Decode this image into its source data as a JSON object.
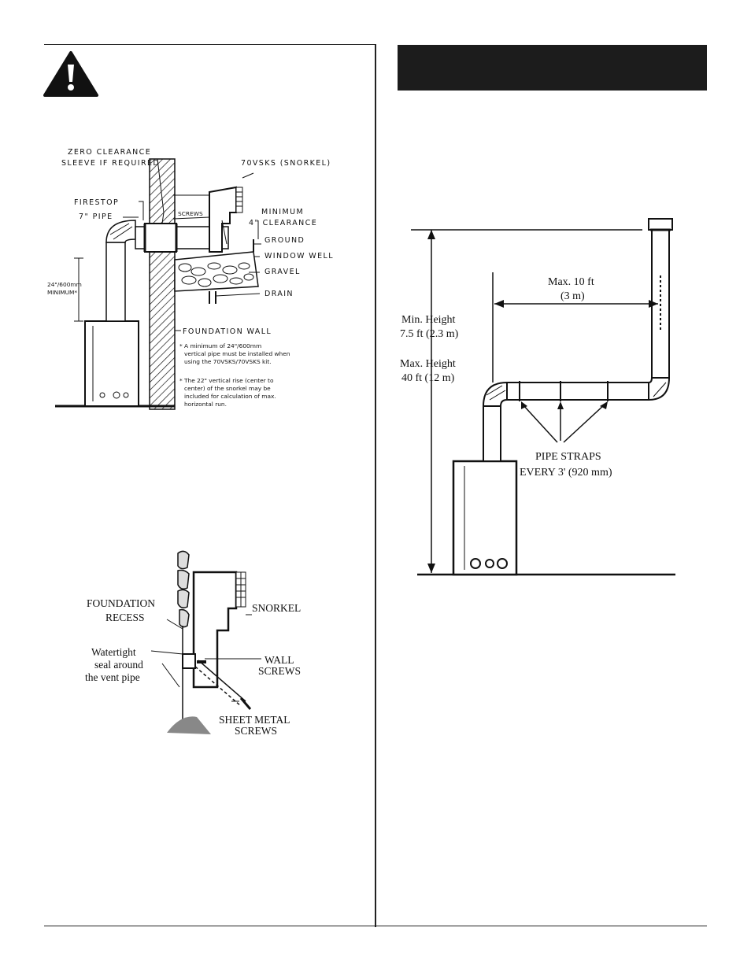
{
  "fig1": {
    "zero_clearance_1": "ZERO CLEARANCE",
    "zero_clearance_2": "SLEEVE IF REQUIRED",
    "snorkel_kit": "70VSKS (SNORKEL)",
    "firestop": "FIRESTOP",
    "pipe": "7\" PIPE",
    "screws": "SCREWS",
    "minimum_1": "MINIMUM",
    "minimum_2": "4\" CLEARANCE",
    "ground": "GROUND",
    "window_well": "WINDOW WELL",
    "gravel": "GRAVEL",
    "drain": "DRAIN",
    "min_vertical_1": "24\"/600mm",
    "min_vertical_2": "MINIMUM*",
    "foundation_wall": "FOUNDATION WALL",
    "note1_1": "* A minimum of 24\"/600mm",
    "note1_2": "vertical pipe must be installed when",
    "note1_3": "using the 70VSKS/70VSKS kit.",
    "note2_1": "* The 22\" vertical rise (center to",
    "note2_2": "center) of the snorkel may be",
    "note2_3": "included for calculation of max.",
    "note2_4": "horizontal run."
  },
  "fig2": {
    "foundation_1": "FOUNDATION",
    "foundation_2": "RECESS",
    "snorkel": "SNORKEL",
    "watertight_1": "Watertight",
    "watertight_2": "seal around",
    "watertight_3": "the vent pipe",
    "wall_1": "WALL",
    "wall_2": "SCREWS",
    "sheet_1": "SHEET METAL",
    "sheet_2": "SCREWS"
  },
  "fig3": {
    "max_run_1": "Max. 10 ft",
    "max_run_2": "(3 m)",
    "min_height_1": "Min. Height",
    "min_height_2": "7.5 ft (2.3 m)",
    "max_height_1": "Max. Height",
    "max_height_2": "40 ft (12 m)",
    "straps_1": "PIPE STRAPS",
    "straps_2": "EVERY 3' (920 mm)"
  }
}
